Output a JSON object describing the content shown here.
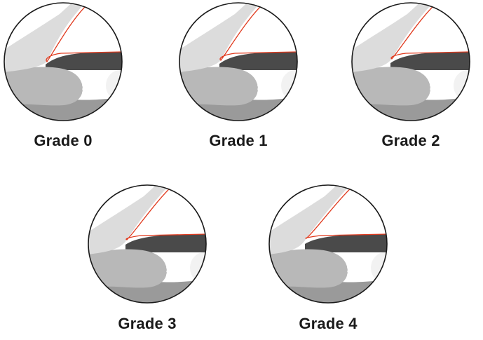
{
  "panels": [
    {
      "label": "Grade 0",
      "grade": 0
    },
    {
      "label": "Grade 1",
      "grade": 1
    },
    {
      "label": "Grade 2",
      "grade": 2
    },
    {
      "label": "Grade 3",
      "grade": 3
    },
    {
      "label": "Grade 4",
      "grade": 4
    }
  ],
  "colors": {
    "outline": "#1a1a1a",
    "highlight": "#e03a1e",
    "dark_tissue": "#4a4a4a",
    "light_tissue": "#dcdcdc",
    "mid_tissue": "#b8b8b8",
    "lower_tissue": "#9a9a9a",
    "ball": "#f2f2f2"
  }
}
